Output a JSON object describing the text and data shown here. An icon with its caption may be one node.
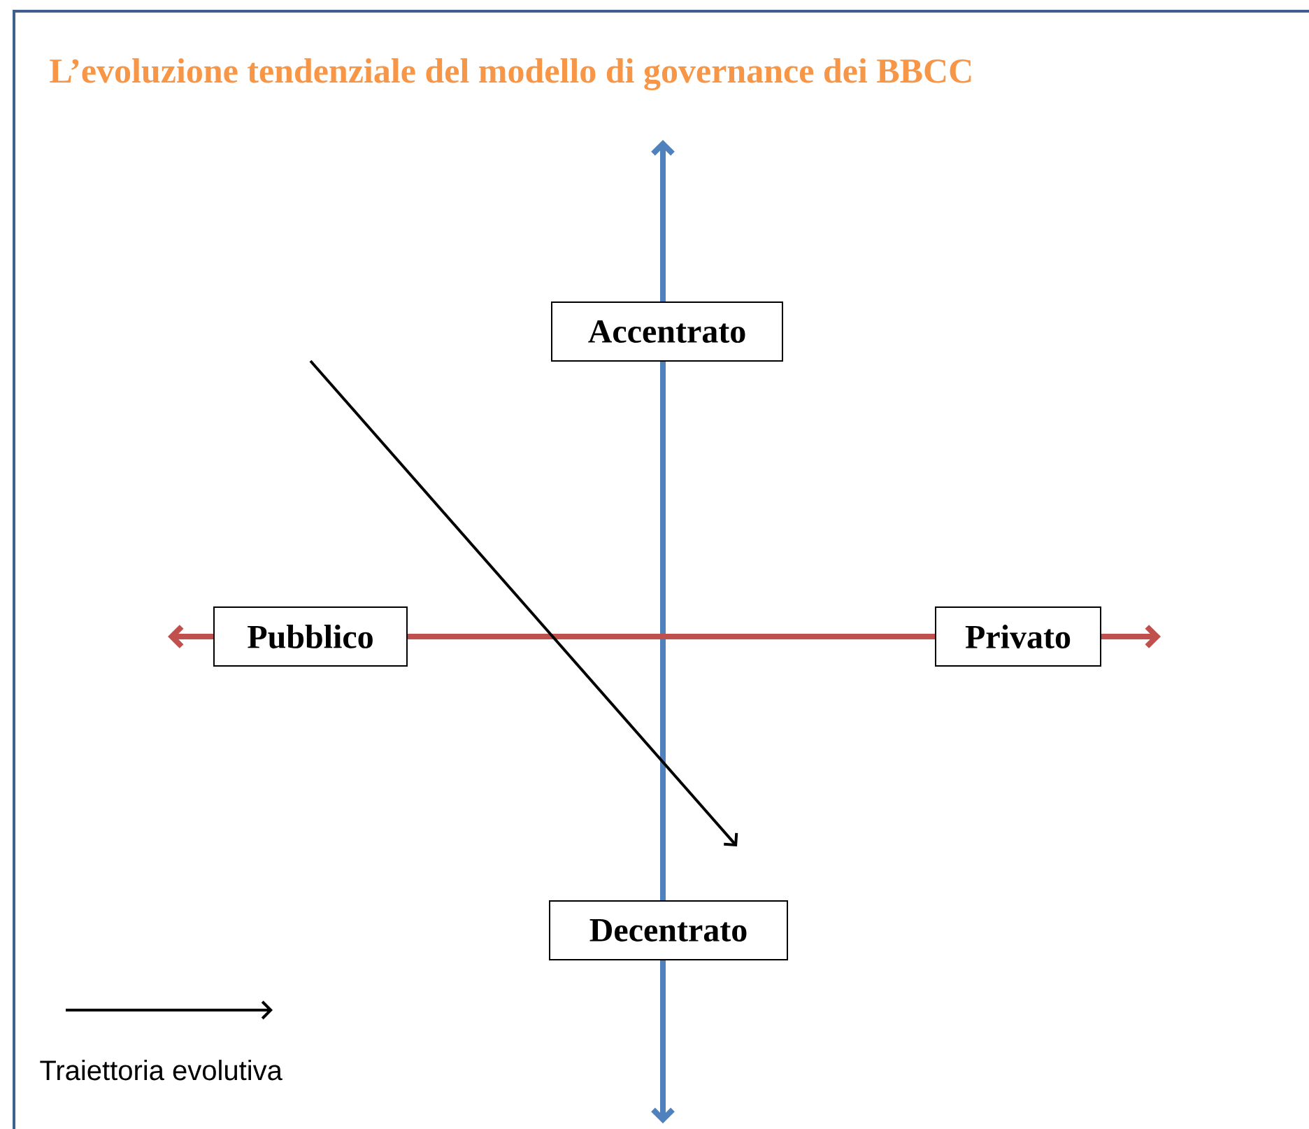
{
  "diagram": {
    "title": "L’evoluzione tendenziale del modello di governance dei BBCC",
    "nodes": [
      {
        "text": [
          "Accentrato"
        ]
      },
      {
        "text": [
          "Pubblico"
        ]
      },
      {
        "text": [
          "Privato"
        ]
      },
      {
        "text": [
          "Decentrato"
        ]
      }
    ],
    "legend": [
      {
        "text": "Traiettoria evolutiva"
      }
    ]
  }
}
